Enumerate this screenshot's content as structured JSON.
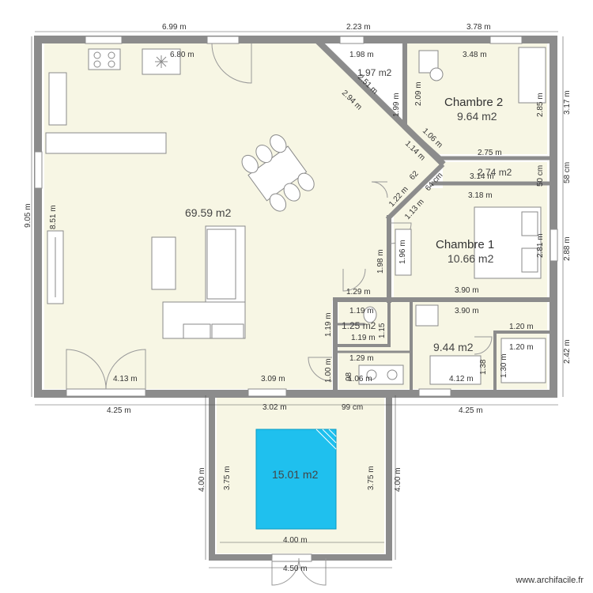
{
  "colors": {
    "wall": "#8c8c8c",
    "floor": "#f7f6e4",
    "pool": "#1fc0ee",
    "dimline": "#555555"
  },
  "rooms": {
    "living": {
      "area": "69.59 m2"
    },
    "chambre2": {
      "name": "Chambre 2",
      "area": "9.64 m2"
    },
    "chambre1": {
      "name": "Chambre 1",
      "area": "10.66 m2"
    },
    "bath": {
      "area": "9.44 m2"
    },
    "pool": {
      "area": "15.01 m2"
    },
    "small_a": {
      "area": "1.97 m2"
    },
    "small_b": {
      "area": "1.25 m2"
    },
    "small_c": {
      "area": "2.74 m2"
    }
  },
  "dims": {
    "top_1": "6.99 m",
    "top_2": "2.23 m",
    "top_3": "3.78 m",
    "inner_680": "6.80 m",
    "inner_198a": "1.98 m",
    "inner_348": "3.48 m",
    "left_905": "9.05 m",
    "left_851": "8.51 m",
    "right_317": "3.17 m",
    "right_058": "58 cm",
    "right_288": "2.88 m",
    "right_242": "2.42 m",
    "c2_285": "2.85 m",
    "c2_275": "2.75 m",
    "c2_314": "3.14 m",
    "c2_050": "50 cm",
    "c1_318": "3.18 m",
    "c1_281": "2.81 m",
    "c1_390a": "3.90 m",
    "c1_390b": "3.90 m",
    "diag_294": "2.94 m",
    "diag_251": "2.51 m",
    "diag_199": "1.99 m",
    "diag_209": "2.09 m",
    "diag_114": "1.14 m",
    "diag_106": "1.06 m",
    "diag_122": "1.22 m",
    "diag_113": "1.13 m",
    "diag_062": "62",
    "diag_064": "64 cm",
    "hall_198": "1.98 m",
    "hall_196": "1.96 m",
    "hall_129a": "1.29 m",
    "hall_119a": "1.19 m",
    "hall_119b": "1.19 m",
    "hall_119c": "1.19 m",
    "hall_115": "1.15",
    "hall_129b": "1.29 m",
    "hall_100": "1.00 m",
    "hall_098": "98",
    "hall_106": "1.06 m",
    "bath_120a": "1.20 m",
    "bath_120b": "1.20 m",
    "bath_130": "1.30 m",
    "bath_138": "1.38",
    "bath_412": "4.12 m",
    "bot_413": "4.13 m",
    "bot_309": "3.09 m",
    "outer_425a": "4.25 m",
    "outer_302": "3.02 m",
    "outer_099": "99 cm",
    "outer_425b": "4.25 m",
    "pool_400a": "4.00 m",
    "pool_375a": "3.75 m",
    "pool_375b": "3.75 m",
    "pool_400b": "4.00 m",
    "pool_400c": "4.00 m",
    "pool_450": "4.50 m"
  },
  "watermark": "www.archifacile.fr"
}
